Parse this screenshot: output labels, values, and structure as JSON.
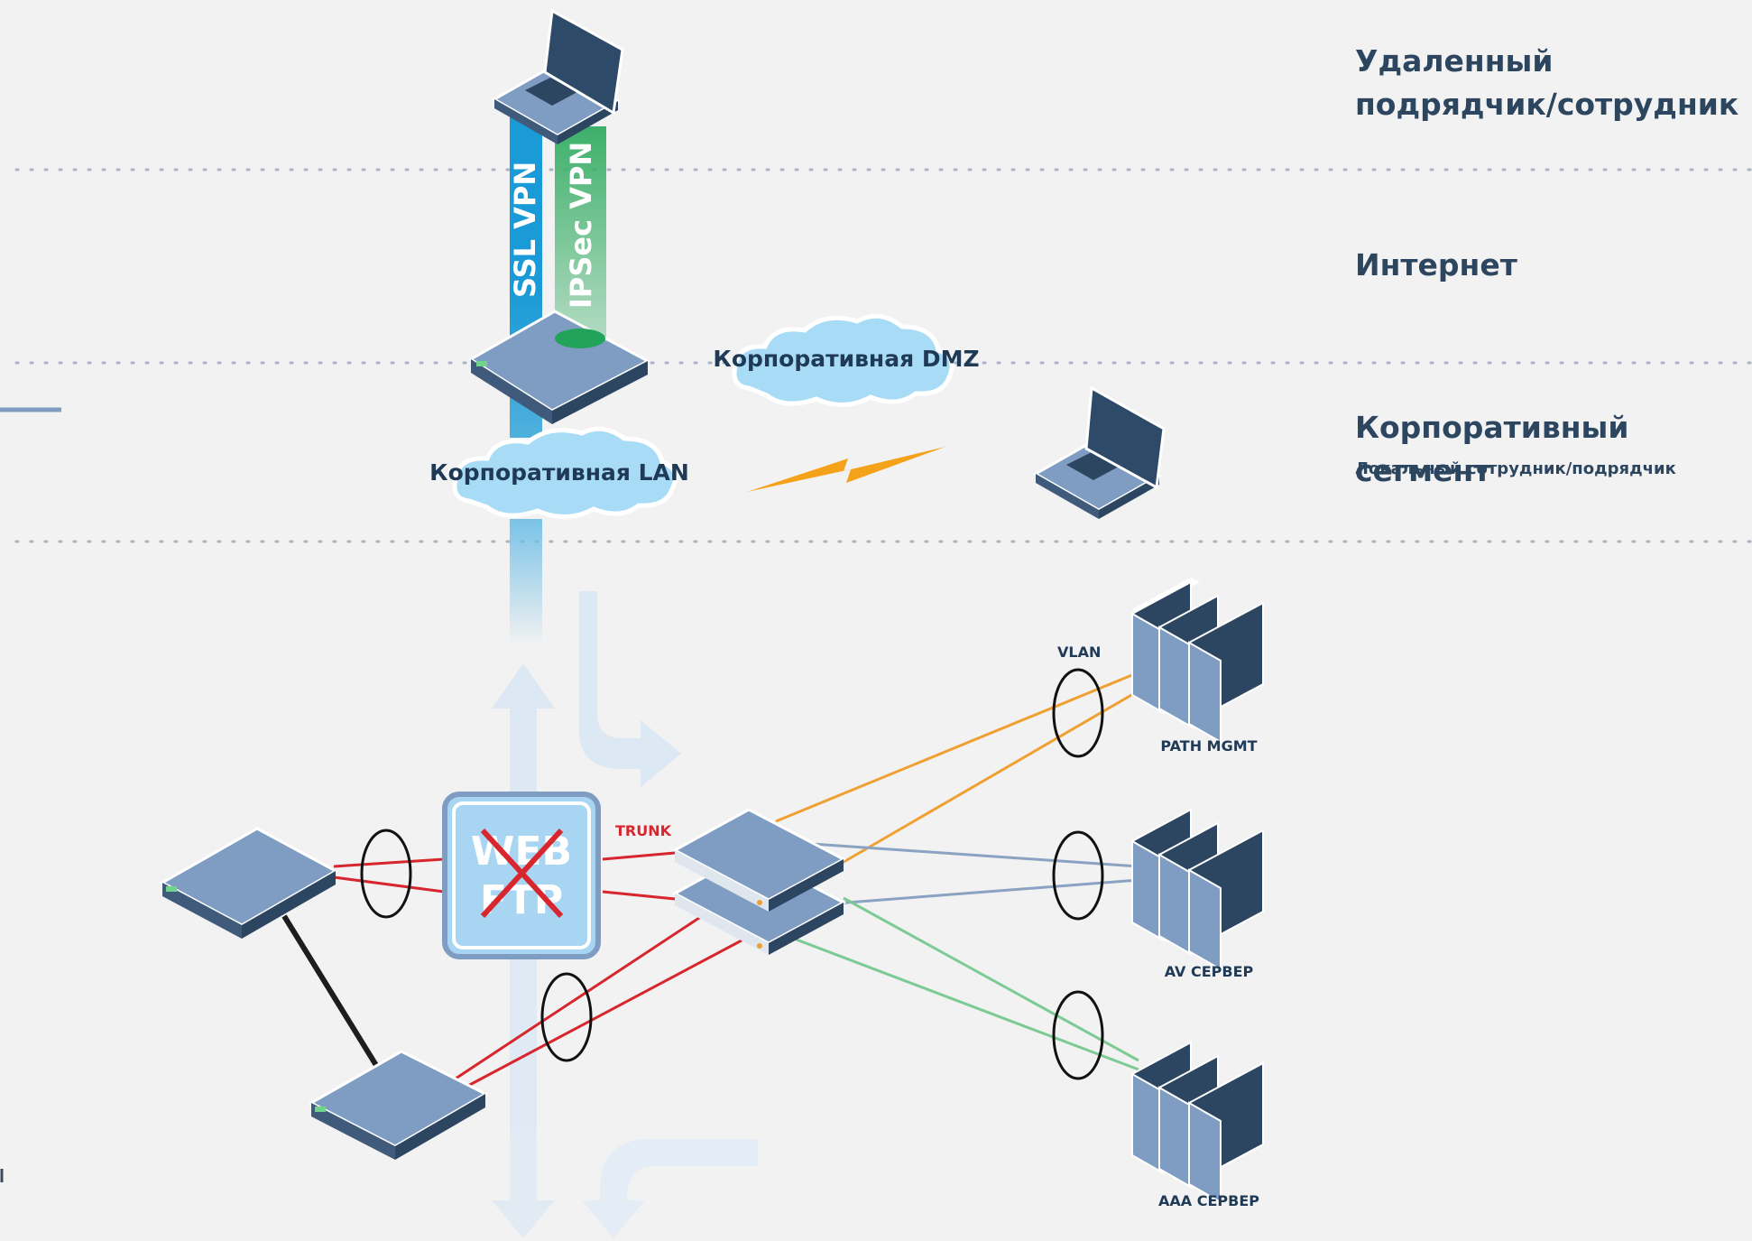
{
  "zones": {
    "remote": {
      "title_line1": "Удаленный",
      "title_line2": "подрядчик/сотрудник"
    },
    "internet": {
      "title": "Интернет"
    },
    "corporate": {
      "title": "Корпоративный сегмент",
      "subtitle": "Локальный сотрудник/подрядчик"
    }
  },
  "tunnels": {
    "ssl": "SSL VPN",
    "ipsec": "IPSec VPN"
  },
  "clouds": {
    "dmz": "Корпоративная DMZ",
    "lan": "Корпоративная LAN"
  },
  "links": {
    "trunk": "TRUNK",
    "vlan": "VLAN"
  },
  "blocked_service": {
    "line1": "WEB",
    "line2": "FTP"
  },
  "servers": [
    {
      "label": "PATH MGMT"
    },
    {
      "label": "AV СЕРВЕР"
    },
    {
      "label": "AAA СЕРВЕР"
    }
  ],
  "colors": {
    "ssl": "#1a9ad6",
    "ipsec": "#3db06a",
    "trunk": "#d8262e",
    "vlan_orange": "#f0a030",
    "vlan_blue": "#8aa3c2",
    "vlan_green": "#7ccb94",
    "device": "#7f9cc2",
    "text": "#2d4660",
    "cloud": "#a8dcf6"
  }
}
